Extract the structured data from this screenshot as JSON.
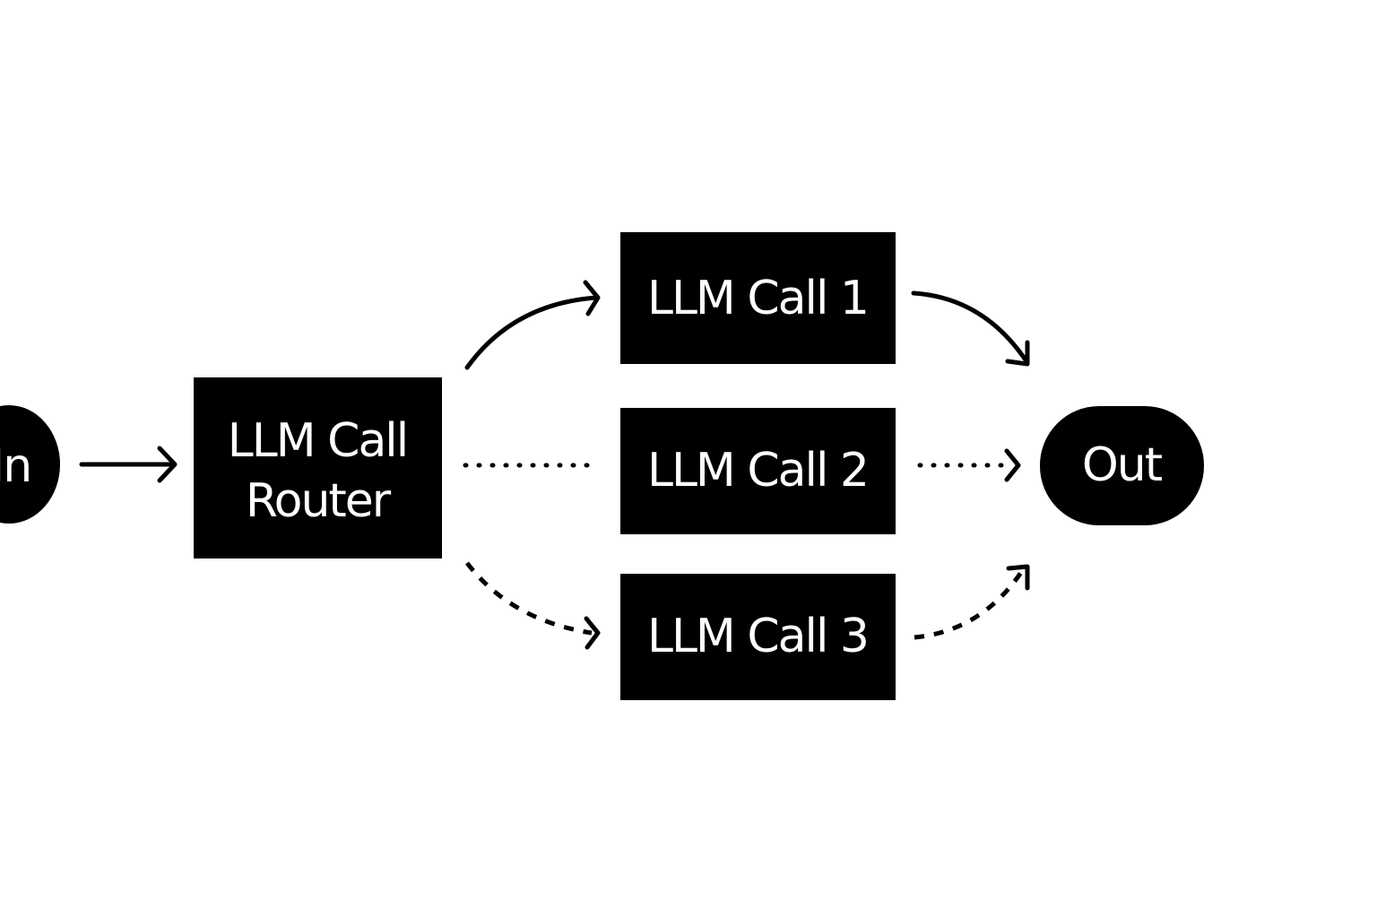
{
  "nodes": {
    "input": {
      "label": "In"
    },
    "router": {
      "label_line1": "LLM Call",
      "label_line2": "Router"
    },
    "call1": {
      "label": "LLM Call 1"
    },
    "call2": {
      "label": "LLM Call 2"
    },
    "call3": {
      "label": "LLM Call 3"
    },
    "output": {
      "label": "Out"
    }
  },
  "edges": [
    {
      "from": "In",
      "to": "LLM Call Router",
      "style": "solid"
    },
    {
      "from": "LLM Call Router",
      "to": "LLM Call 1",
      "style": "solid"
    },
    {
      "from": "LLM Call Router",
      "to": "LLM Call 2",
      "style": "dotted"
    },
    {
      "from": "LLM Call Router",
      "to": "LLM Call 3",
      "style": "dashed"
    },
    {
      "from": "LLM Call 1",
      "to": "Out",
      "style": "solid"
    },
    {
      "from": "LLM Call 2",
      "to": "Out",
      "style": "dotted"
    },
    {
      "from": "LLM Call 3",
      "to": "Out",
      "style": "dashed"
    }
  ],
  "colors": {
    "background": "#ffffff",
    "node_fill": "#000000",
    "node_text": "#ffffff",
    "edge": "#000000"
  }
}
